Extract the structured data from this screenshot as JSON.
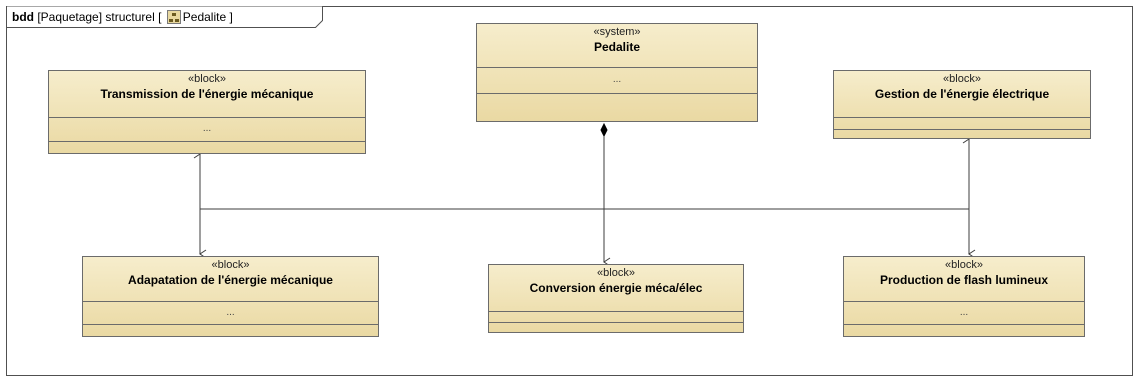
{
  "frame": {
    "kind": "bdd",
    "title": "[Paquetage] structurel [",
    "element": "Pedalite",
    "close": "]",
    "icon": "package-icon"
  },
  "blocks": {
    "system": {
      "stereotype": "«system»",
      "name": "Pedalite",
      "compartment": "..."
    },
    "transmission": {
      "stereotype": "«block»",
      "name": "Transmission de l'énergie mécanique",
      "compartment": "..."
    },
    "gestion": {
      "stereotype": "«block»",
      "name": "Gestion de l'énergie électrique",
      "compartment": ""
    },
    "adaptation": {
      "stereotype": "«block»",
      "name": "Adapatation de l'énergie mécanique",
      "compartment": "..."
    },
    "conversion": {
      "stereotype": "«block»",
      "name": "Conversion énergie méca/élec",
      "compartment": ""
    },
    "production": {
      "stereotype": "«block»",
      "name": "Production de flash lumineux",
      "compartment": "..."
    }
  },
  "colors": {
    "block_fill_top": "#f6edcc",
    "block_fill_bottom": "#ead9a3",
    "line": "#3c3c3c"
  }
}
